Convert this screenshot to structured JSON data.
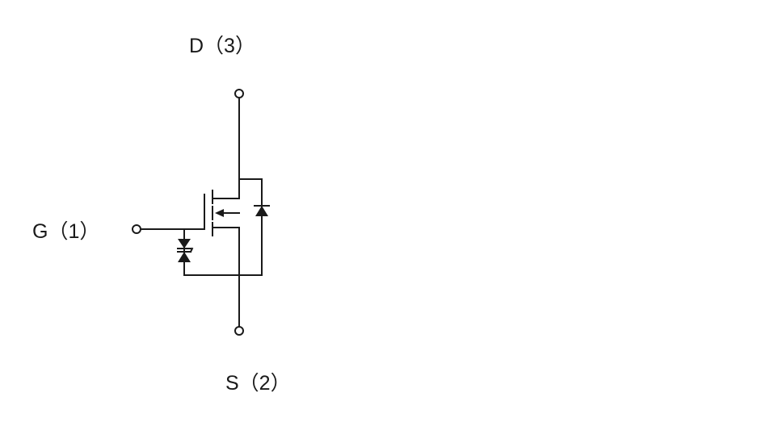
{
  "diagram": {
    "type": "circuit-schematic",
    "component": "n-channel-mosfet-with-body-diode-and-gate-zener",
    "pins": {
      "drain": {
        "label": "D（3）"
      },
      "gate": {
        "label": "G（1）"
      },
      "source": {
        "label": "S（2）"
      }
    },
    "line_color": "#1a1a1a"
  }
}
